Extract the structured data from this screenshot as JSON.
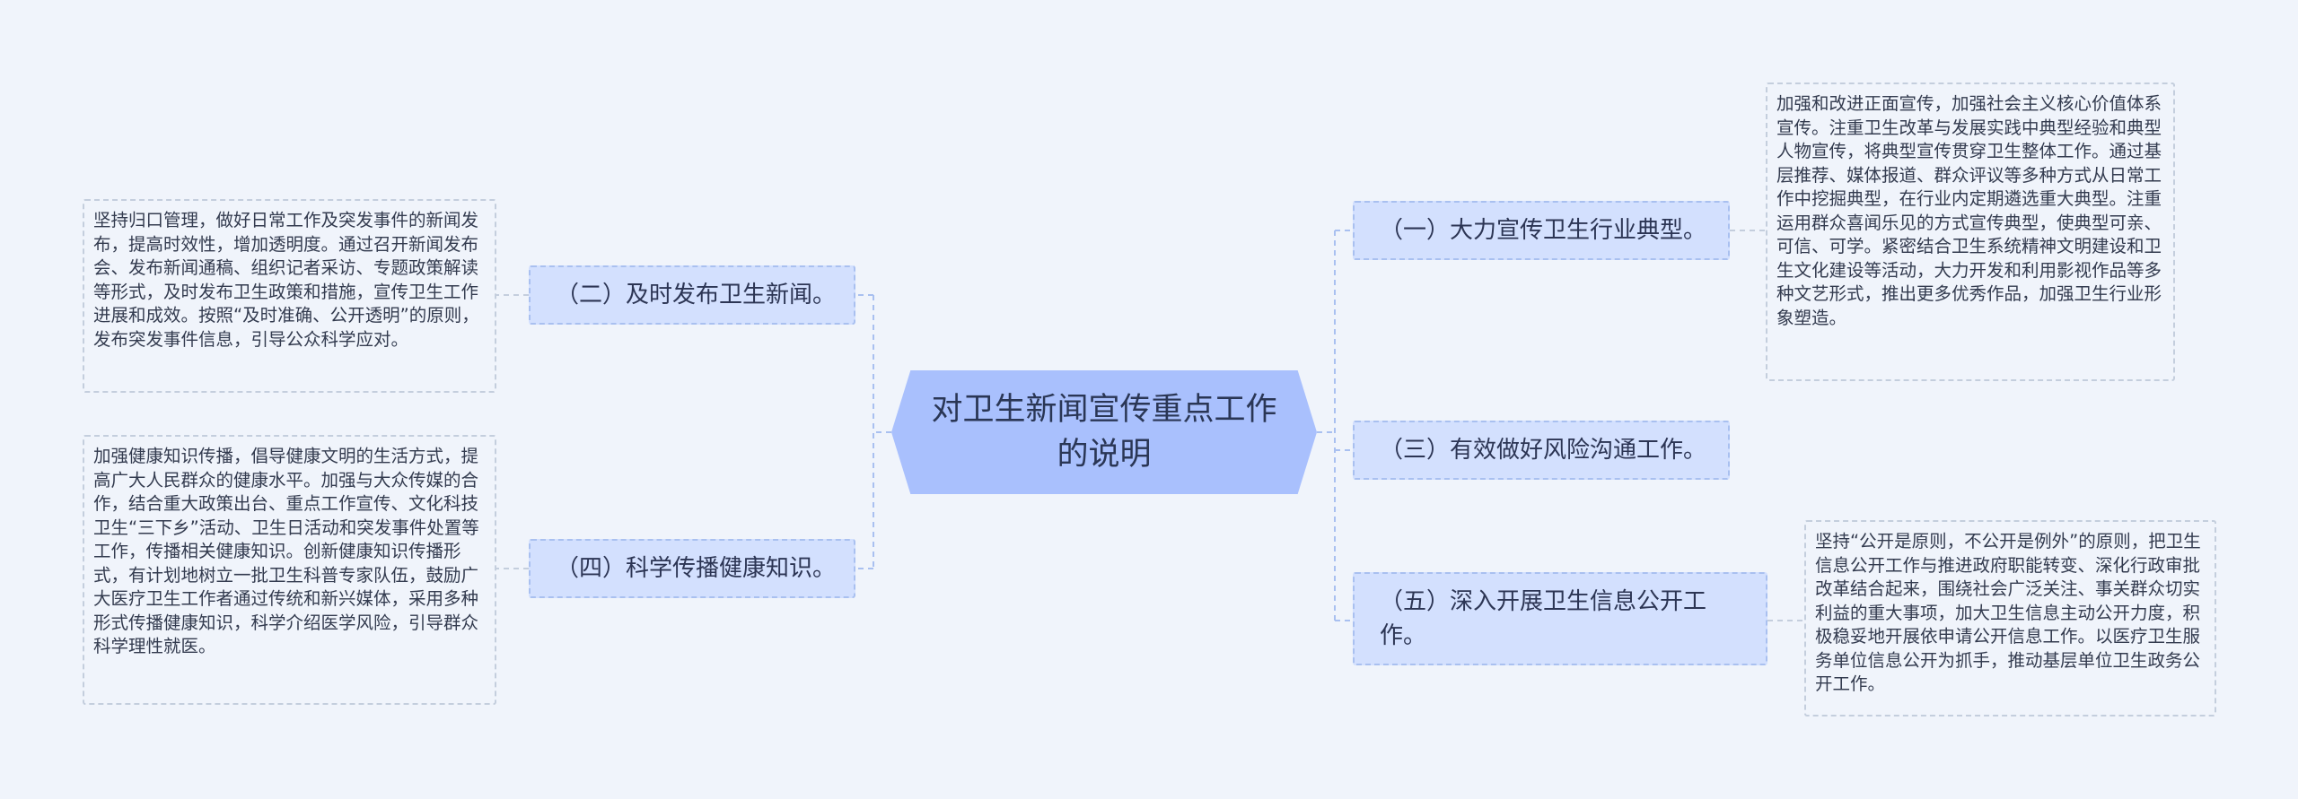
{
  "root": {
    "title": "对卫生新闻宣传重点工作的说明"
  },
  "topics": [
    {
      "label": "（一）大力宣传卫生行业典型。",
      "detail": "加强和改进正面宣传，加强社会主义核心价值体系宣传。注重卫生改革与发展实践中典型经验和典型人物宣传，将典型宣传贯穿卫生整体工作。通过基层推荐、媒体报道、群众评议等多种方式从日常工作中挖掘典型，在行业内定期遴选重大典型。注重运用群众喜闻乐见的方式宣传典型，使典型可亲、可信、可学。紧密结合卫生系统精神文明建设和卫生文化建设等活动，大力开发和利用影视作品等多种文艺形式，推出更多优秀作品，加强卫生行业形象塑造。"
    },
    {
      "label": "（二）及时发布卫生新闻。",
      "detail": "坚持归口管理，做好日常工作及突发事件的新闻发布，提高时效性，增加透明度。通过召开新闻发布会、发布新闻通稿、组织记者采访、专题政策解读等形式，及时发布卫生政策和措施，宣传卫生工作进展和成效。按照“及时准确、公开透明”的原则，发布突发事件信息，引导公众科学应对。"
    },
    {
      "label": "（三）有效做好风险沟通工作。"
    },
    {
      "label": "（四）科学传播健康知识。",
      "detail": "加强健康知识传播，倡导健康文明的生活方式，提高广大人民群众的健康水平。加强与大众传媒的合作，结合重大政策出台、重点工作宣传、文化科技卫生“三下乡”活动、卫生日活动和突发事件处置等工作，传播相关健康知识。创新健康知识传播形式，有计划地树立一批卫生科普专家队伍，鼓励广大医疗卫生工作者通过传统和新兴媒体，采用多种形式传播健康知识，科学介绍医学风险，引导群众科学理性就医。"
    },
    {
      "label": "（五）深入开展卫生信息公开工作。",
      "detail": "坚持“公开是原则，不公开是例外”的原则，把卫生信息公开工作与推进政府职能转变、深化行政审批改革结合起来，围绕社会广泛关注、事关群众切实利益的重大事项，加大卫生信息主动公开力度，积极稳妥地开展依申请公开信息工作。以医疗卫生服务单位信息公开为抓手，推动基层单位卫生政务公开工作。"
    }
  ],
  "colors": {
    "background": "#f0f4fb",
    "root_fill": "#a9c0fd",
    "topic_fill": "#d3e0fe",
    "connector": "#a9c0f0"
  }
}
